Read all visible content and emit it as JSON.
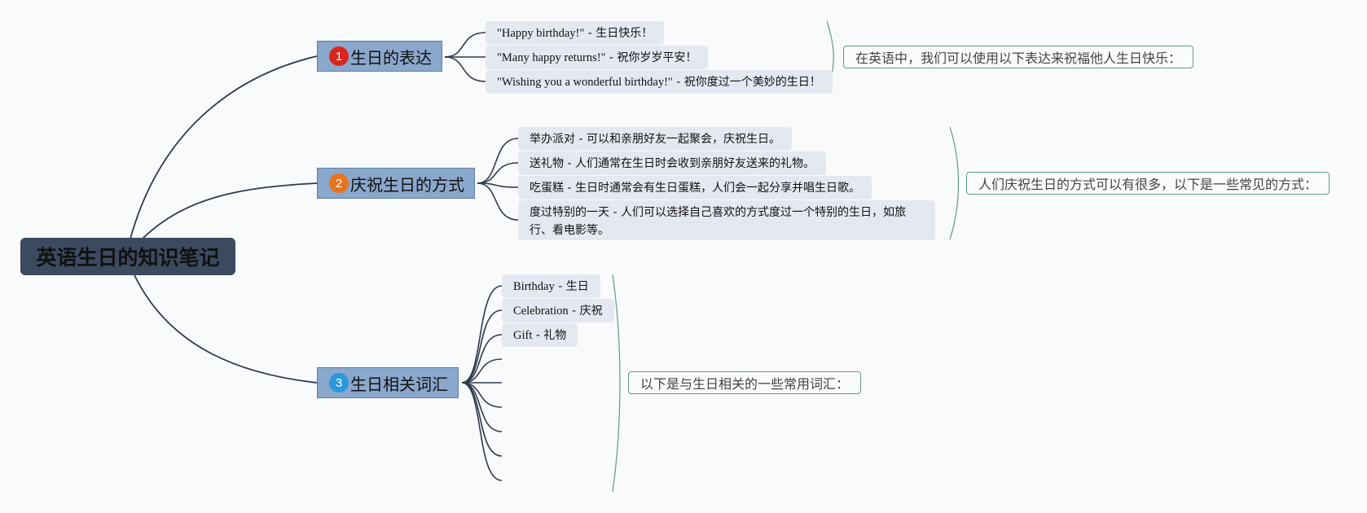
{
  "root": {
    "title": "英语生日的知识笔记"
  },
  "branches": [
    {
      "number": "1",
      "label": "生日的表达",
      "number_color": "#d9261c",
      "note": "在英语中，我们可以使用以下表达来祝福他人生日快乐：",
      "items": [
        {
          "en": "\"Happy birthday!\"",
          "zh": " - 生日快乐！"
        },
        {
          "en": "\"Many happy returns!\"",
          "zh": " - 祝你岁岁平安！"
        },
        {
          "en": "\"Wishing you a wonderful birthday!\"",
          "zh": " - 祝你度过一个美妙的生日！"
        }
      ]
    },
    {
      "number": "2",
      "label": "庆祝生日的方式",
      "number_color": "#e8731f",
      "note": "人们庆祝生日的方式可以有很多，以下是一些常见的方式：",
      "items": [
        {
          "en": "",
          "zh": "举办派对 - 可以和亲朋好友一起聚会，庆祝生日。"
        },
        {
          "en": "",
          "zh": "送礼物 - 人们通常在生日时会收到亲朋好友送来的礼物。"
        },
        {
          "en": "",
          "zh": "吃蛋糕 - 生日时通常会有生日蛋糕，人们会一起分享并唱生日歌。"
        },
        {
          "en": "",
          "zh": "度过特别的一天 - 人们可以选择自己喜欢的方式度过一个特别的生日，如旅行、看电影等。"
        }
      ]
    },
    {
      "number": "3",
      "label": "生日相关词汇",
      "number_color": "#2b97dd",
      "note": "以下是与生日相关的一些常用词汇：",
      "items": [
        {
          "en": "Birthday",
          "zh": " - 生日"
        },
        {
          "en": "Celebration",
          "zh": " - 庆祝"
        },
        {
          "en": "Gift",
          "zh": " - 礼物"
        }
      ],
      "empty_item_count": 6
    }
  ],
  "colors": {
    "line": "#2f3b4f",
    "bracket": "#5e9c7f",
    "branch_fill": "#8aa7cc",
    "leaf_fill": "#e4e9f1",
    "root_fill": "#3b4a5f"
  }
}
